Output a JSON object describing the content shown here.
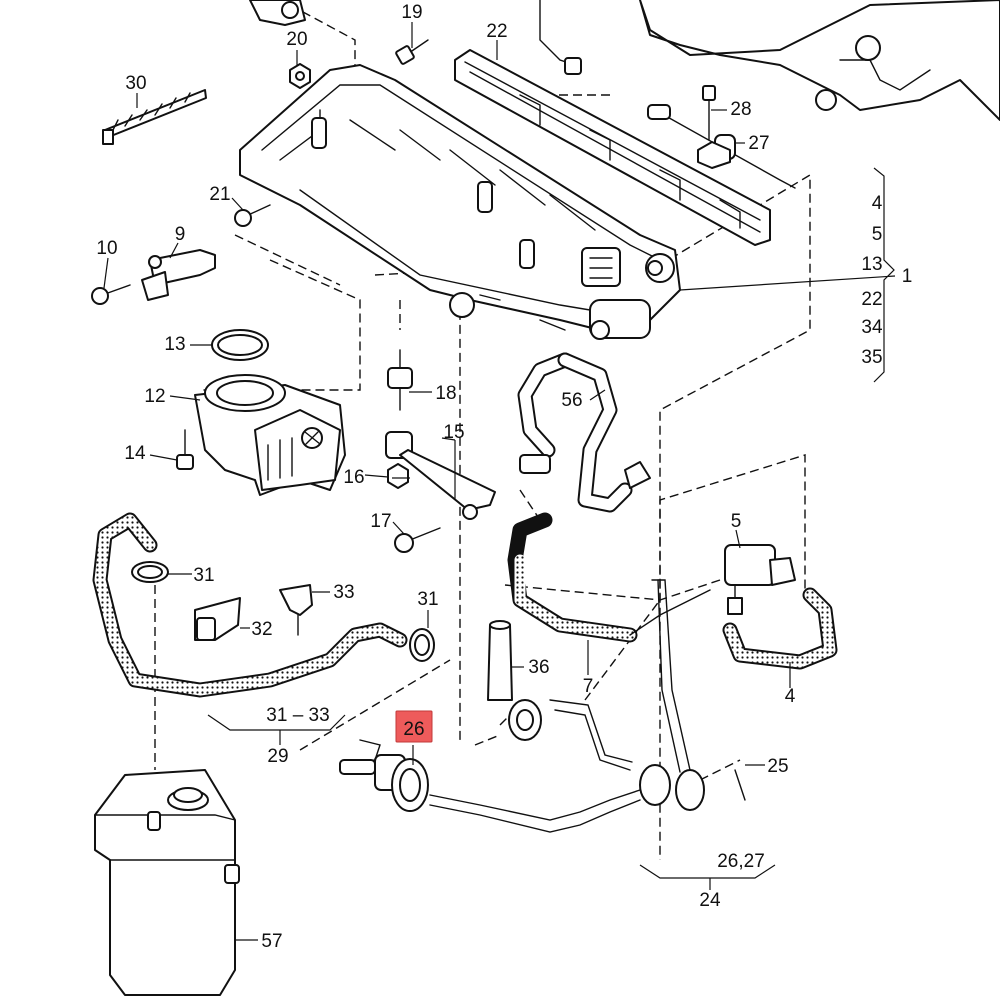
{
  "labels": {
    "p19": "19",
    "p22": "22",
    "p20": "20",
    "p28": "28",
    "p27": "27",
    "p30": "30",
    "p21": "21",
    "p9": "9",
    "p10": "10",
    "g4": "4",
    "g5": "5",
    "g13": "13",
    "g22": "22",
    "g34": "34",
    "g35": "35",
    "g1": "1",
    "p13": "13",
    "p12": "12",
    "p14": "14",
    "p18": "18",
    "p15": "15",
    "p16": "16",
    "p17": "17",
    "p56": "56",
    "p5": "5",
    "p31a": "31",
    "p33": "33",
    "p31b": "31",
    "p32": "32",
    "p36": "36",
    "p7": "7",
    "p4": "4",
    "r3133": "31 – 33",
    "p29": "29",
    "p26": "26",
    "p25": "25",
    "r2627": "26,27",
    "p24": "24",
    "p57": "57"
  },
  "highlight": {
    "part": "26",
    "color": "#ee5b5b"
  }
}
